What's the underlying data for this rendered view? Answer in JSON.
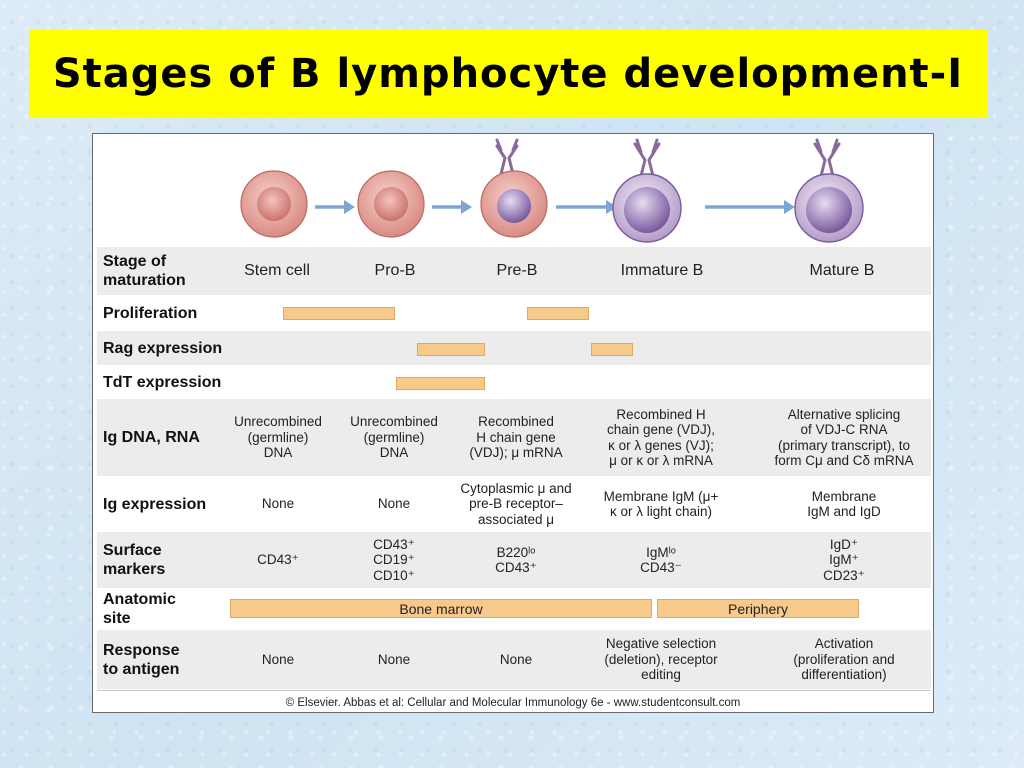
{
  "title": "Stages of B lymphocyte development-I",
  "colors": {
    "title_bg": "#ffff00",
    "bar": "#f7c98a",
    "row_gray": "#ececec",
    "arrow": "#7ea6d2"
  },
  "stages": [
    "Stem cell",
    "Pro-B",
    "Pre-B",
    "Immature B",
    "Mature B"
  ],
  "rows": {
    "maturation": {
      "label": "Stage of\nmaturation"
    },
    "proliferation": {
      "label": "Proliferation"
    },
    "rag": {
      "label": "Rag expression"
    },
    "tdt": {
      "label": "TdT expression"
    },
    "ig_dna": {
      "label": "Ig DNA, RNA",
      "values": [
        "Unrecombined\n(germline)\nDNA",
        "Unrecombined\n(germline)\nDNA",
        "Recombined\nH chain gene\n(VDJ); μ mRNA",
        "Recombined H\nchain gene (VDJ),\nκ or λ genes (VJ);\nμ or κ or λ mRNA",
        "Alternative splicing\nof VDJ-C RNA\n(primary transcript), to\nform Cμ and Cδ mRNA"
      ]
    },
    "ig_expr": {
      "label": "Ig expression",
      "values": [
        "None",
        "None",
        "Cytoplasmic μ and\npre-B receptor–\nassociated μ",
        "Membrane IgM (μ+\nκ or λ light chain)",
        "Membrane\nIgM and IgD"
      ]
    },
    "surface": {
      "label": "Surface\nmarkers",
      "values": [
        "CD43⁺",
        "CD43⁺\nCD19⁺\nCD10⁺",
        "B220ˡᵒ\nCD43⁺",
        "IgMˡᵒ\nCD43⁻",
        "IgD⁺\nIgM⁺\nCD23⁺"
      ]
    },
    "anatomic": {
      "label": "Anatomic\nsite",
      "bone_marrow": "Bone marrow",
      "periphery": "Periphery"
    },
    "response": {
      "label": "Response\nto antigen",
      "values": [
        "None",
        "None",
        "None",
        "Negative selection\n(deletion), receptor\nediting",
        "Activation\n(proliferation and\ndifferentiation)"
      ]
    }
  },
  "credit": "© Elsevier. Abbas et al: Cellular and Molecular Immunology 6e - www.studentconsult.com"
}
